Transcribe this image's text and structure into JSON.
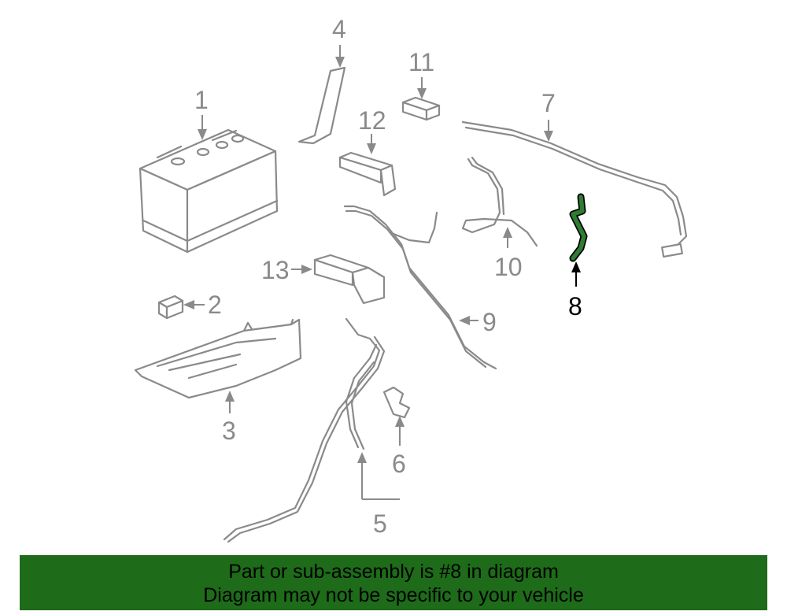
{
  "diagram": {
    "callouts": [
      "1",
      "2",
      "3",
      "4",
      "5",
      "6",
      "7",
      "8",
      "9",
      "10",
      "11",
      "12",
      "13"
    ],
    "highlighted_part": "8",
    "highlight_color": "#2e7d32",
    "part_stroke_color": "#8a8a8a"
  },
  "banner": {
    "line1": "Part or sub-assembly is #8 in diagram",
    "line2": "Diagram may not be specific to your vehicle",
    "background_color": "#1e6b1a"
  }
}
